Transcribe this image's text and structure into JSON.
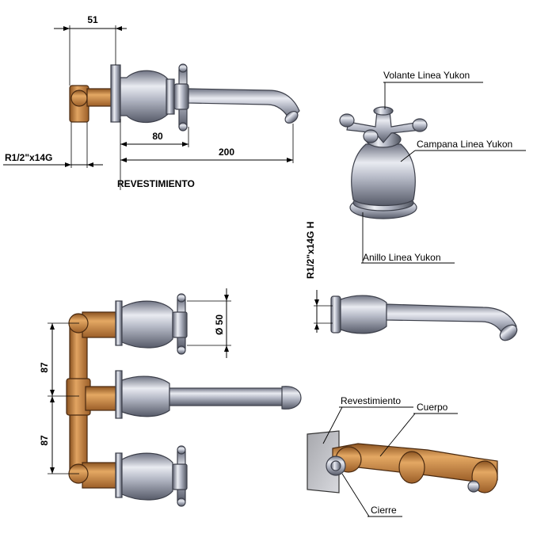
{
  "dimensions": {
    "d51": "51",
    "d80": "80",
    "d200": "200",
    "d87_top": "87",
    "d87_bottom": "87",
    "d50": "Ø 50",
    "thread_side": "R1/2\"x14G",
    "thread_vertical": "R1/2\"x14G H"
  },
  "labels": {
    "revestimiento_top": "REVESTIMIENTO",
    "volante": "Volante Linea Yukon",
    "campana": "Campana Linea Yukon",
    "anillo": "Anillo Linea Yukon",
    "revestimiento": "Revestimiento",
    "cuerpo": "Cuerpo",
    "cierre": "Cierre"
  },
  "colors": {
    "chrome": "#a9adbb",
    "copper": "#c98a45",
    "line": "#000000"
  }
}
